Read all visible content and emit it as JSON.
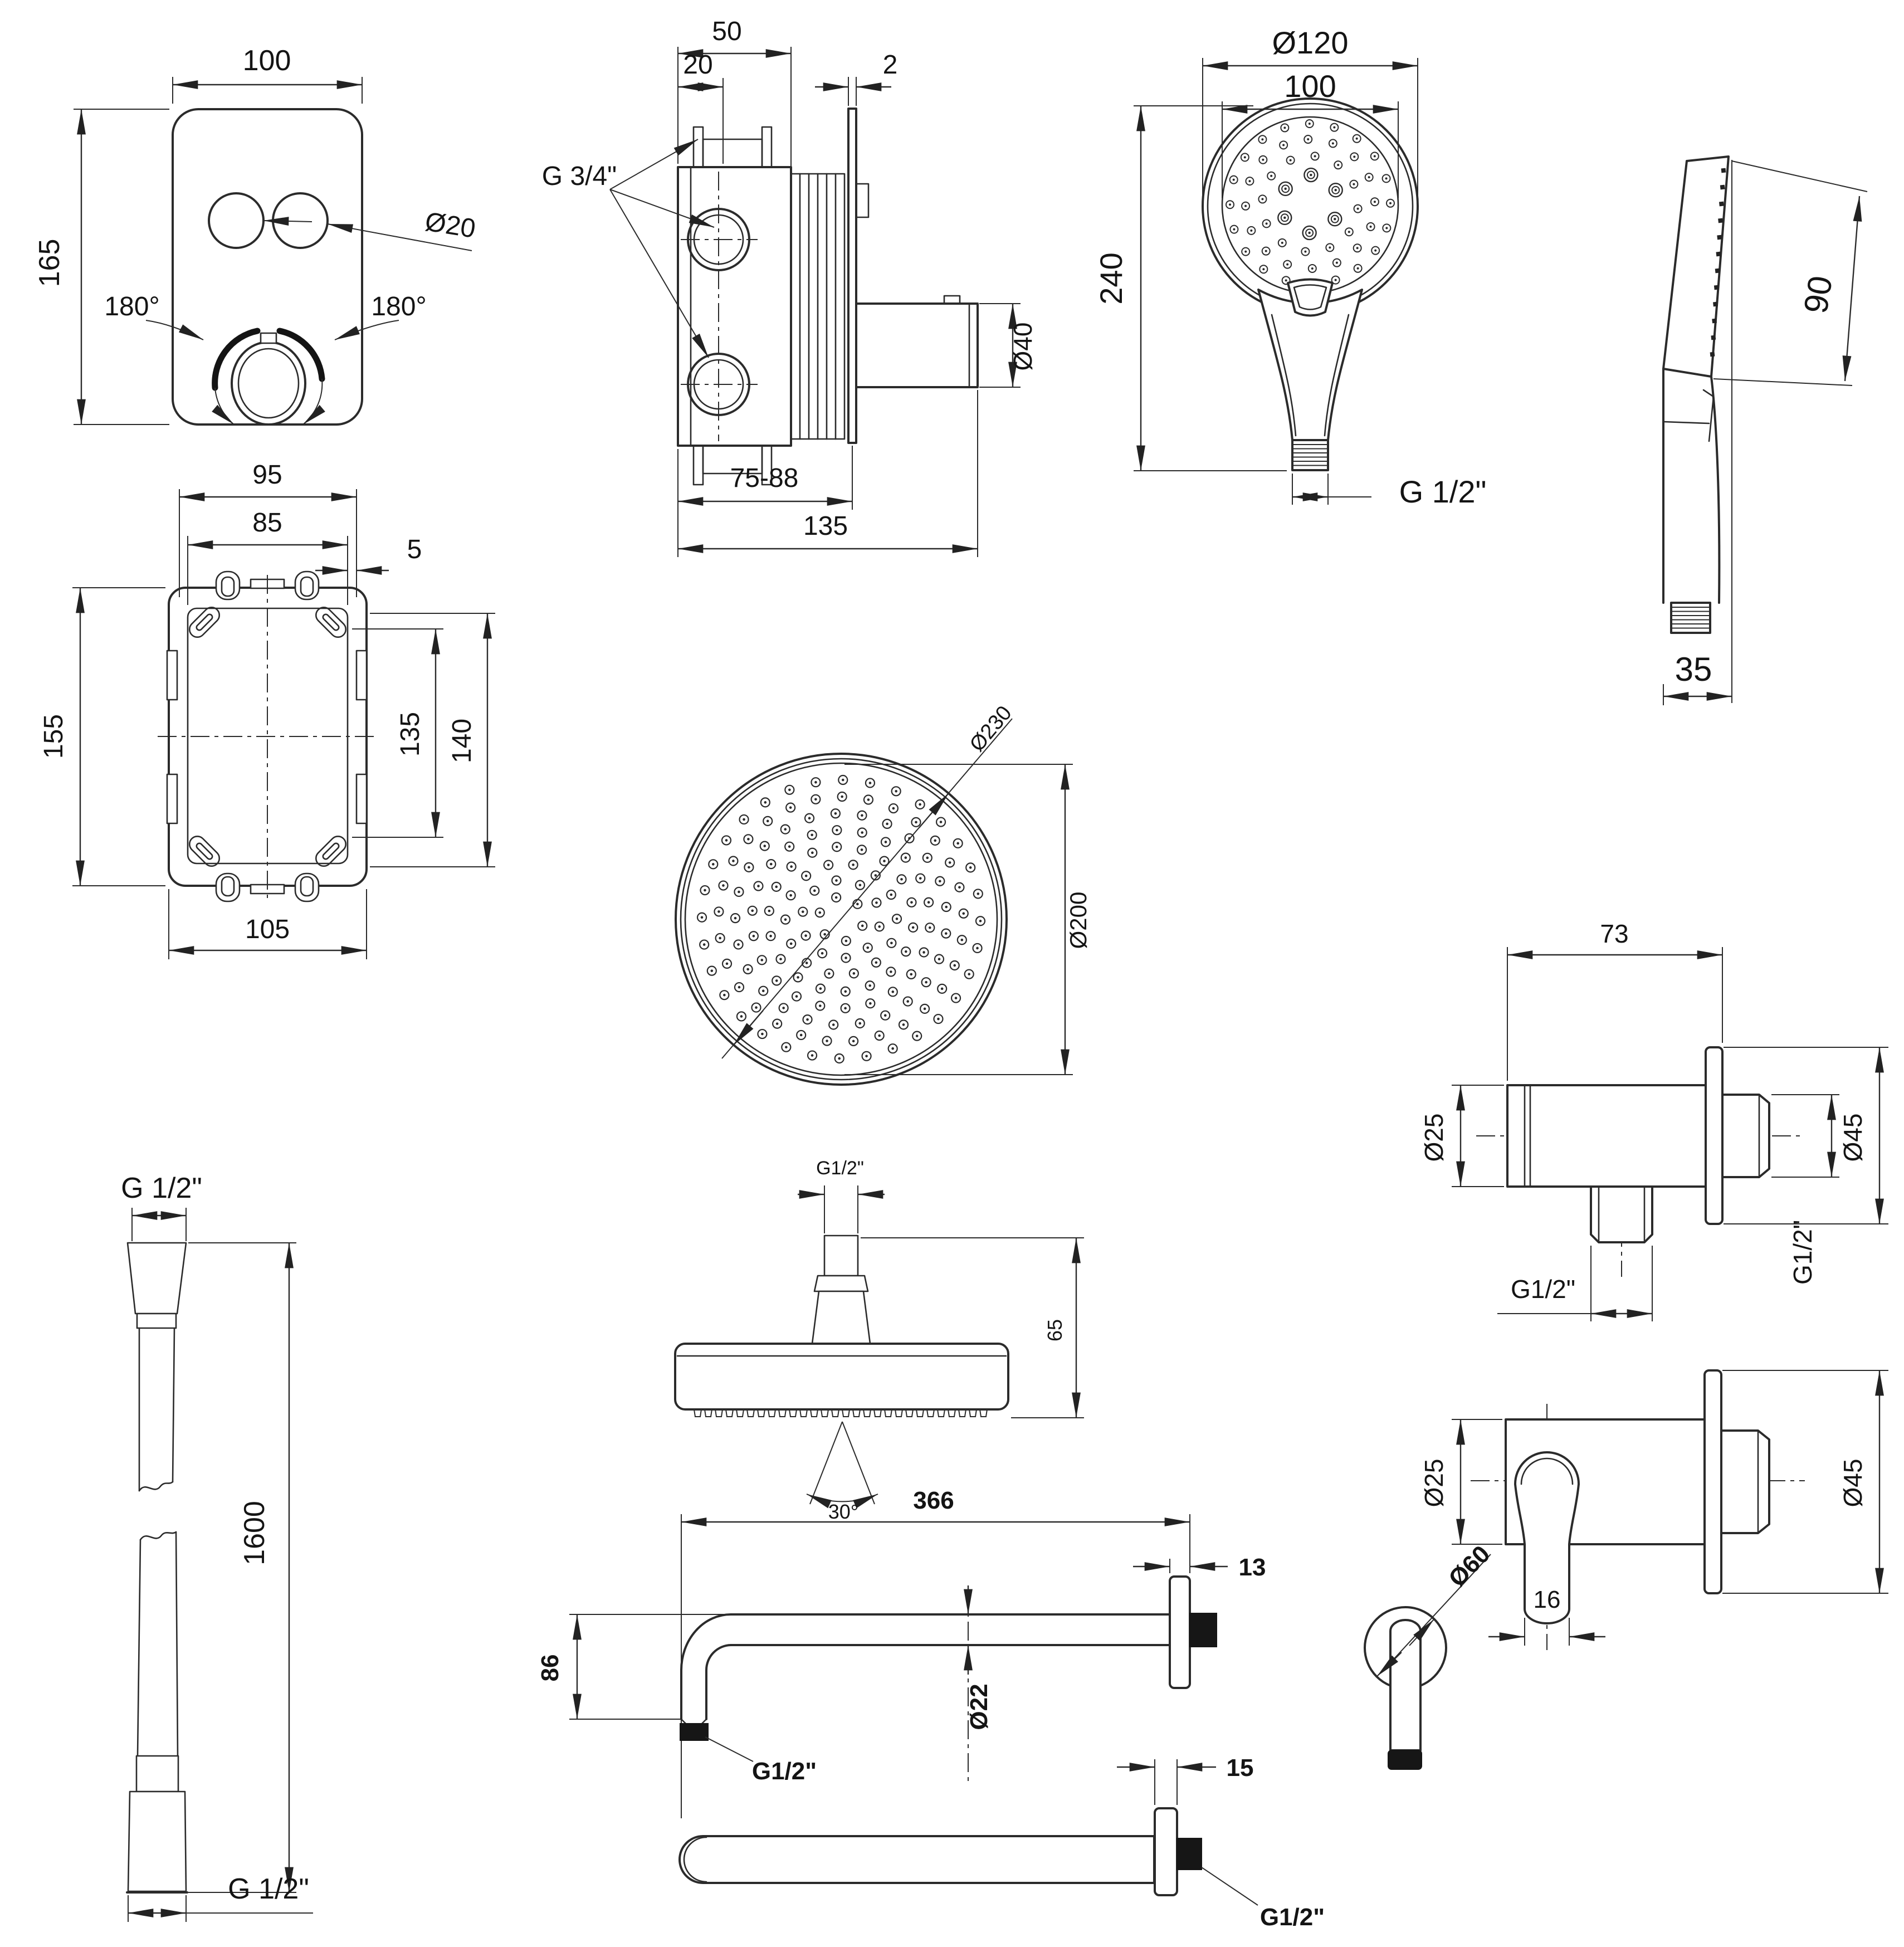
{
  "drawing": {
    "panel": {
      "width": "100",
      "height": "165",
      "button_holes": "Ø20",
      "turn_left": "180°",
      "turn_right": "180°"
    },
    "valve_box": {
      "depth_50": "50",
      "depth_20": "20",
      "plate_2": "2",
      "inlet_thread": "G 3/4\"",
      "outlet_40": "Ø40",
      "mount_range": "75-88",
      "total_135": "135"
    },
    "hand_shower": {
      "head_dia": "Ø120",
      "face_dia": "100",
      "length": "240",
      "thread": "G 1/2\"",
      "side_height": "90",
      "side_width": "35"
    },
    "mounting_box": {
      "top_95": "95",
      "top_85": "85",
      "off_5": "5",
      "left_155": "155",
      "right_135": "135",
      "right_140": "140",
      "bottom_105": "105"
    },
    "head_top": {
      "outer_dia": "Ø230",
      "inner_dia": "Ø200"
    },
    "head_side": {
      "thread": "G1/2\"",
      "height_65": "65",
      "spray_angle": "30°"
    },
    "elbow": {
      "len_73": "73",
      "body_dia": "Ø25",
      "outlet_thread": "G1/2\"",
      "wall_thread": "G1/2\"",
      "flange_dia": "Ø45"
    },
    "holder": {
      "body_dia": "Ø25",
      "hook_16": "16",
      "flange_dia": "Ø45"
    },
    "hose": {
      "thread_top": "G 1/2\"",
      "length": "1600",
      "thread_bottom": "G 1/2\""
    },
    "arm": {
      "len_366": "366",
      "flange_13": "13",
      "drop_86": "86",
      "tube_dia": "Ø22",
      "thread_side": "G1/2\"",
      "flange_15": "15",
      "thread_top": "G1/2\"",
      "end_flange_dia": "Ø60"
    }
  }
}
